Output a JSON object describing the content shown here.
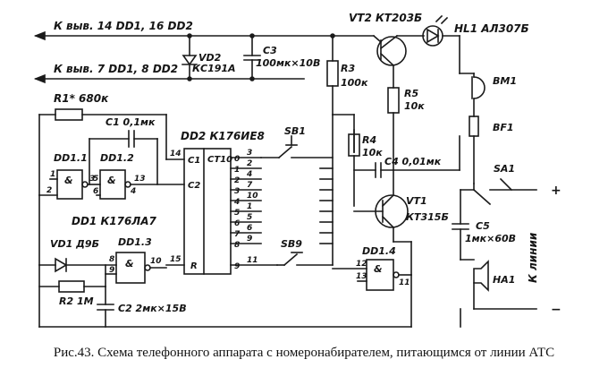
{
  "labels": {
    "rail_top": "К выв. 14 DD1, 16 DD2",
    "rail_second": "К выв. 7 DD1, 8 DD2",
    "vt2": "VT2  КТ203Б",
    "hl1": "HL1 АЛ307Б",
    "vd2": "VD2",
    "vd2_type": "КС191А",
    "c3": "C3",
    "c3_val": "100мк×10В",
    "r3": "R3",
    "r3_val": "100к",
    "r5": "R5",
    "r5_val": "10к",
    "bm1": "BM1",
    "bf1": "BF1",
    "r1": "R1* 680к",
    "c1": "C1 0,1мк",
    "dd2": "DD2  К176ИЕ8",
    "ct10": "CT10",
    "sb1": "SB1",
    "r4": "R4",
    "r4_val": "10к",
    "c4": "C4 0,01мк",
    "sa1": "SA1",
    "dd1_1": "DD1.1",
    "dd1_2": "DD1.2",
    "dd1_type": "DD1  К176ЛА7",
    "vt1": "VT1",
    "vt1_type": "КТ315Б",
    "c5": "C5",
    "c5_val": "1мк×60В",
    "k_linii": "К линии",
    "vd1": "VD1 Д9Б",
    "dd1_3": "DD1.3",
    "sb9": "SB9",
    "dd1_4": "DD1.4",
    "r2": "R2 1М",
    "c2": "C2  2мк×15В",
    "ha1": "HA1",
    "plus": "+",
    "minus": "−",
    "c1_pin": "C1",
    "c2_pin": "C2",
    "r_pin": "R"
  },
  "pins": {
    "p14": "14",
    "p13": "13",
    "p15": "15",
    "p1": "1",
    "p2": "2",
    "p3": "3",
    "p4": "4",
    "p5": "5",
    "p6": "6",
    "p7": "7",
    "p8": "8",
    "p9": "9",
    "p10": "10",
    "p11": "11",
    "p12": "12",
    "dd2_outputs": [
      "3",
      "2",
      "4",
      "7",
      "10",
      "1",
      "5",
      "6",
      "9",
      "11"
    ],
    "dd2_out0": "0",
    "dd2_out1": "1",
    "dd2_out2": "2",
    "dd2_out3": "3",
    "dd2_out4": "4",
    "dd2_out5": "5",
    "dd2_out6": "6",
    "dd2_out7": "7",
    "dd2_out8": "8",
    "dd2_out9": "9",
    "nand_amp": "&"
  },
  "caption": "Рис.43. Схема телефонного аппарата с номеронабирателем, питающимся от линии АТС"
}
